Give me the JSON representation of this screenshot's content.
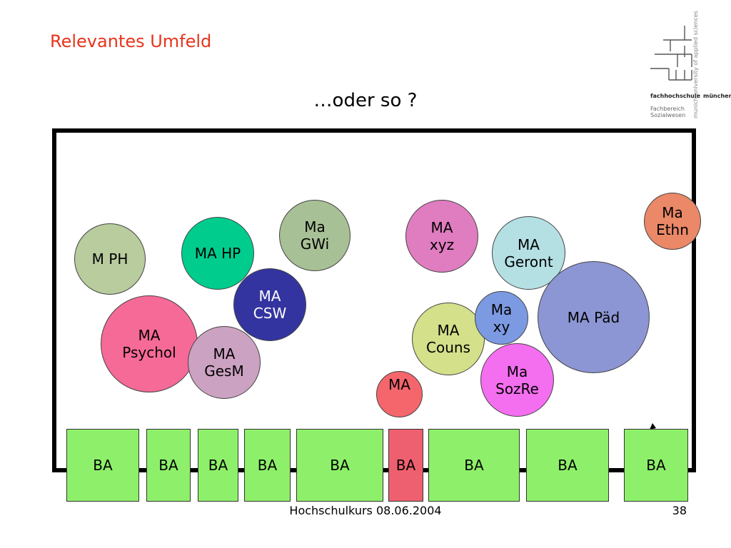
{
  "slide": {
    "title": "Relevantes Umfeld",
    "subtitle": "…oder so ?",
    "footer": "Hochschulkurs  08.06.2004",
    "page_number": "38"
  },
  "logo": {
    "name": "fachhochschule",
    "city": "münchen",
    "department": "Fachbereich Sozialwesen",
    "vertical_text": "munich university of applied sciences",
    "icon": "fhm-grid-logo-icon"
  },
  "colors": {
    "title": "#e8341c",
    "ba_green": "#8ef06a",
    "ba_red": "#ee6070"
  },
  "circles": [
    {
      "label": "M PH",
      "color": "#b8cc9e"
    },
    {
      "label": "MA HP",
      "color": "#00cc8e"
    },
    {
      "label": "Ma\nGWi",
      "color": "#a8c096"
    },
    {
      "label": "MA\nxyz",
      "color": "#e07cc0"
    },
    {
      "label": "MA\nGeront",
      "color": "#b4e0e4"
    },
    {
      "label": "Ma\nEthn",
      "color": "#ea8868"
    },
    {
      "label": "MA\nCSW",
      "color": "#3434a0"
    },
    {
      "label": "MA\nPsychol",
      "color": "#f66a98"
    },
    {
      "label": "MA\nGesM",
      "color": "#cca2c2"
    },
    {
      "label": "MA\nCouns",
      "color": "#d4e08a"
    },
    {
      "label": "Ma\nxy",
      "color": "#7c9ae2"
    },
    {
      "label": "MA Päd",
      "color": "#8c96d4"
    },
    {
      "label": "Ma\nSozRe",
      "color": "#f46ef0"
    },
    {
      "label": "MA",
      "color": "#f4666c"
    }
  ],
  "ba_boxes": [
    {
      "label": "BA",
      "color": "#8ef06a"
    },
    {
      "label": "BA",
      "color": "#8ef06a"
    },
    {
      "label": "BA",
      "color": "#8ef06a"
    },
    {
      "label": "BA",
      "color": "#8ef06a"
    },
    {
      "label": "BA",
      "color": "#8ef06a"
    },
    {
      "label": "BA",
      "color": "#ee6070"
    },
    {
      "label": "BA",
      "color": "#8ef06a"
    },
    {
      "label": "BA",
      "color": "#8ef06a"
    },
    {
      "label": "BA",
      "color": "#8ef06a"
    }
  ]
}
